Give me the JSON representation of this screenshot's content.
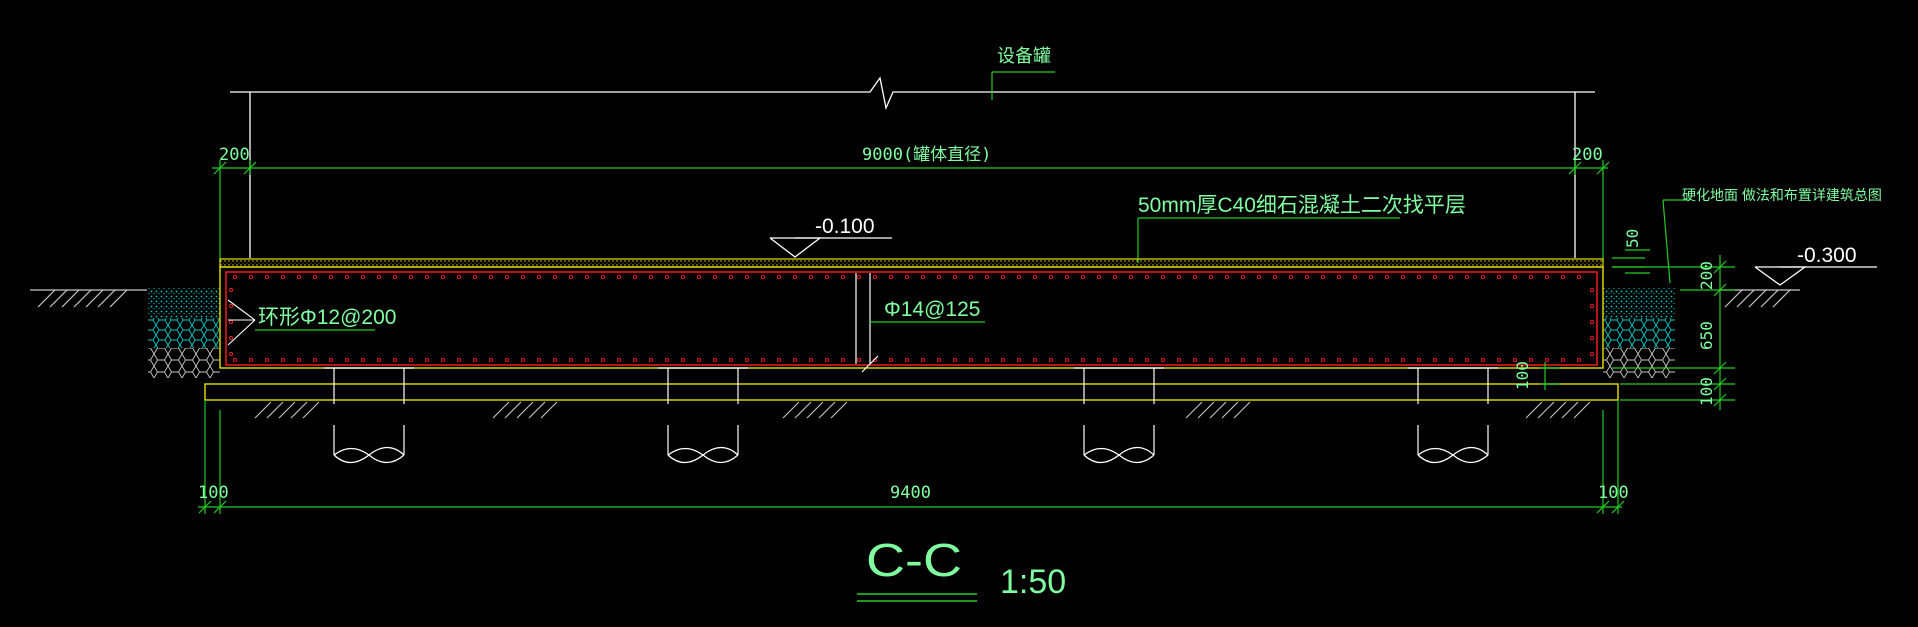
{
  "labels": {
    "equipment_tank": "设备罐",
    "tank_diameter": "9000(罐体直径)",
    "dim_left_200": "200",
    "dim_right_200": "200",
    "leveling_layer": "50mm厚C40细石混凝土二次找平层",
    "hardened_ground": "硬化地面 做法和布置详建筑总图",
    "elev_minus_0100": "-0.100",
    "elev_minus_0300": "-0.300",
    "ring_rebar": "环形Φ12@200",
    "vertical_rebar": "Φ14@125",
    "dim_50": "50",
    "dim_200_v": "200",
    "dim_650_v": "650",
    "dim_100_v": "100",
    "dim_100_pile": "100",
    "dim_9400": "9400",
    "dim_left_100": "100",
    "dim_right_100": "100",
    "section_mark": "C-C",
    "scale": "1:50"
  },
  "colors": {
    "background": "#000000",
    "dimension_green": "#22cc22",
    "text_green": "#7fffa0",
    "concrete_yellow": "#e6e000",
    "rebar_red": "#ff2020",
    "white": "#ffffff",
    "gravel_cyan": "#00c8c8",
    "soil_gray": "#c8c8c8"
  }
}
